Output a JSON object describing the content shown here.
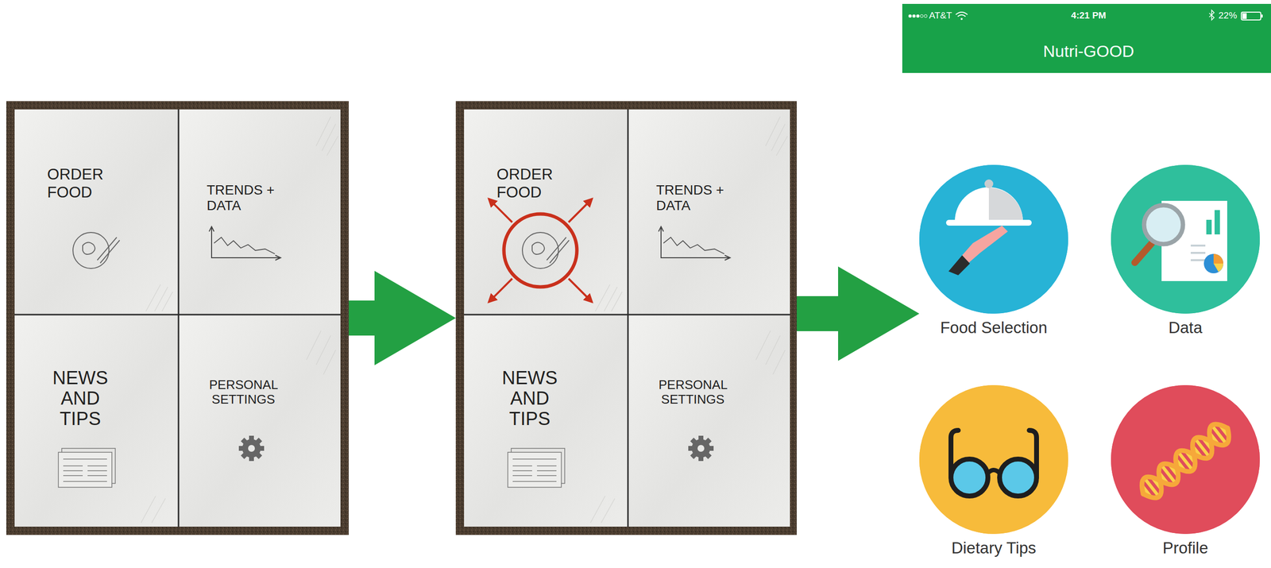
{
  "diagram": {
    "nodes": [
      {
        "text": []
      },
      {
        "text": [
          "ORDER FOOD"
        ],
        "in": 0
      },
      {
        "text": [
          "TRENDS + DATA"
        ],
        "in": 0
      },
      {
        "text": [
          "NEWS AND TIPS"
        ],
        "in": 0
      },
      {
        "text": [
          "PERSONAL SETTINGS"
        ],
        "in": 0
      },
      {
        "text": []
      },
      {
        "text": [
          "ORDER FOOD"
        ],
        "in": 5
      },
      {
        "text": [
          "TRENDS + DATA"
        ],
        "in": 5
      },
      {
        "text": [
          "NEWS AND TIPS"
        ],
        "in": 5
      },
      {
        "text": [
          "PERSONAL SETTINGS"
        ],
        "in": 5
      },
      {
        "text": [
          "AT&T",
          "4:21 PM",
          "22%",
          "Nutri-GOOD"
        ]
      },
      {
        "text": [
          "Food Selection"
        ]
      },
      {
        "text": [
          "Data"
        ]
      },
      {
        "text": [
          "Dietary Tips"
        ]
      },
      {
        "text": [
          "Profile"
        ]
      }
    ],
    "edges": [
      {
        "from": 0,
        "to": 5,
        "arrow": "to"
      },
      {
        "from": 5,
        "to": 11,
        "arrow": "to"
      }
    ]
  }
}
